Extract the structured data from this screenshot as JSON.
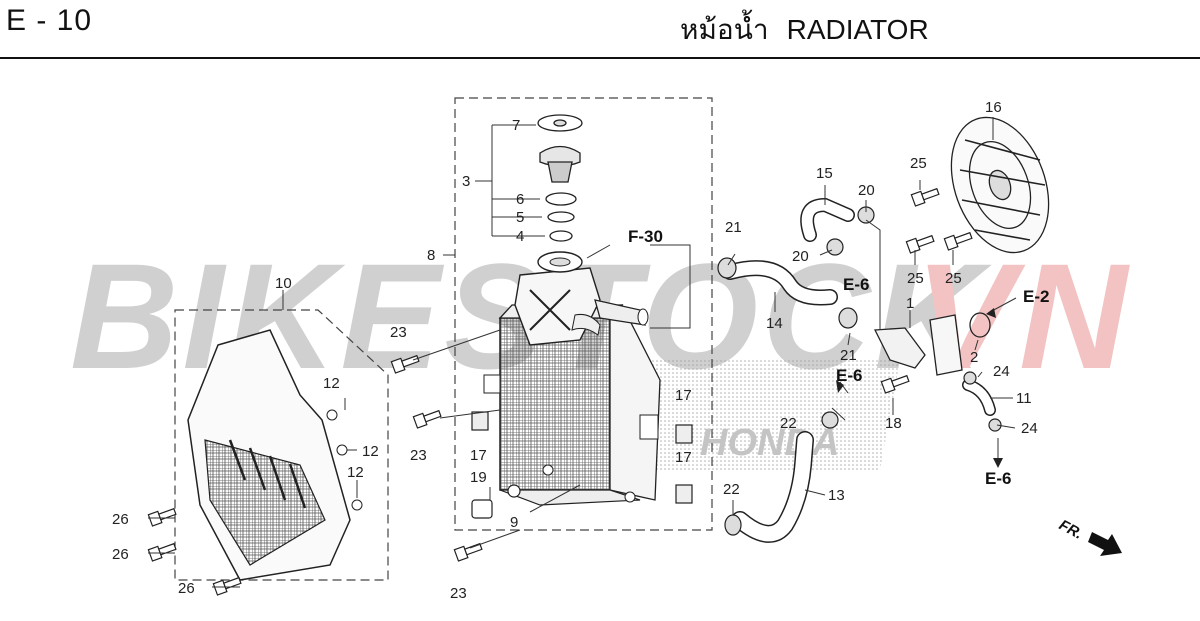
{
  "header": {
    "page_code": "E - 10",
    "title_thai": "หม้อน้ำ",
    "title_en": "RADIATOR"
  },
  "watermark": {
    "text_main": "BIKESTOCK",
    "text_accent": "VN",
    "color_main": "#c8c8c8",
    "color_accent": "#f2b9b9"
  },
  "callouts": {
    "c1": "1",
    "c2": "2",
    "c3": "3",
    "c4": "4",
    "c5": "5",
    "c6": "6",
    "c7": "7",
    "c8": "8",
    "c9": "9",
    "c10": "10",
    "c11": "11",
    "c12a": "12",
    "c12b": "12",
    "c12c": "12",
    "c13": "13",
    "c14": "14",
    "c15": "15",
    "c16": "16",
    "c17a": "17",
    "c17b": "17",
    "c17c": "17",
    "c18": "18",
    "c19": "19",
    "c20a": "20",
    "c20b": "20",
    "c21a": "21",
    "c21b": "21",
    "c22a": "22",
    "c22b": "22",
    "c23a": "23",
    "c23b": "23",
    "c23c": "23",
    "c24a": "24",
    "c24b": "24",
    "c25a": "25",
    "c25b": "25",
    "c25c": "25",
    "c26a": "26",
    "c26b": "26",
    "c26c": "26"
  },
  "refs": {
    "f30": "F-30",
    "e6a": "E-6",
    "e6b": "E-6",
    "e6c": "E-6",
    "e2": "E-2"
  },
  "direction": {
    "label": "FR."
  }
}
